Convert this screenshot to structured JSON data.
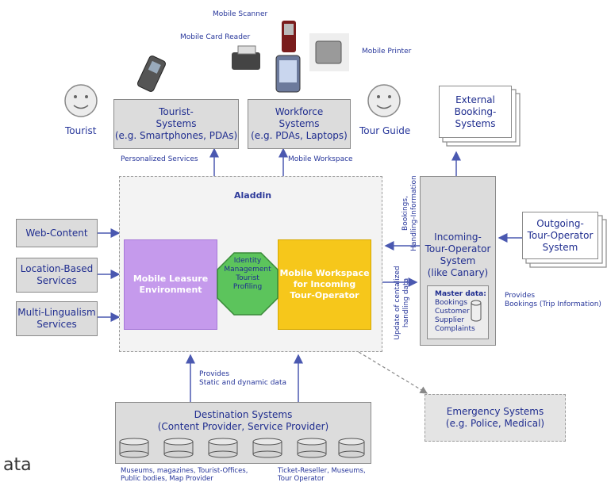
{
  "devices": {
    "mobile_scanner": "Mobile Scanner",
    "mobile_card_reader": "Mobile Card Reader",
    "mobile_printer": "Mobile Printer"
  },
  "actors": {
    "tourist": "Tourist",
    "tour_guide": "Tour Guide"
  },
  "systems": {
    "tourist": "Tourist-\nSystems\n(e.g. Smartphones, PDAs)",
    "workforce": "Workforce\nSystems\n(e.g. PDAs, Laptops)",
    "external_booking": "External\nBooking-\nSystems",
    "outgoing": "Outgoing-\nTour-Operator\nSystem",
    "incoming": "Incoming-\nTour-Operator\nSystem\n(like Canary)",
    "destination": "Destination Systems\n(Content Provider, Service Provider)",
    "emergency": "Emergency Systems\n(e.g. Police, Medical)"
  },
  "inputs": {
    "web_content": "Web-Content",
    "location_based": "Location-Based\nServices",
    "multi_lingualism": "Multi-Lingualism\nServices"
  },
  "aladdin": {
    "title": "Aladdin",
    "leisure": "Mobile Leasure\nEnvironment",
    "workspace": "Mobile Workspace\nfor Incoming\nTour-Operator",
    "identity": "Identity\nManagement\nTourist\nProfiling"
  },
  "master_data": {
    "title": "Master data:",
    "items": "Bookings\nCustomer\nSupplier\nComplaints"
  },
  "flows": {
    "personalized": "Personalized Services",
    "mobile_workspace": "Mobile Workspace",
    "bookings_handling": "Bookings,\nHandling-Information",
    "update_handling": "Update of centalized\nhandling data",
    "provides_bookings": "Provides\nBookings (Trip Information)",
    "provides_static": "Provides\nStatic and dynamic data"
  },
  "databases": {
    "left_caption": "Museums, magazines, Tourist-Offices,\nPublic bodies, Map Provider",
    "right_caption": "Ticket-Reseller, Museums,\nTour Operator"
  },
  "footer_fragment": "ata"
}
